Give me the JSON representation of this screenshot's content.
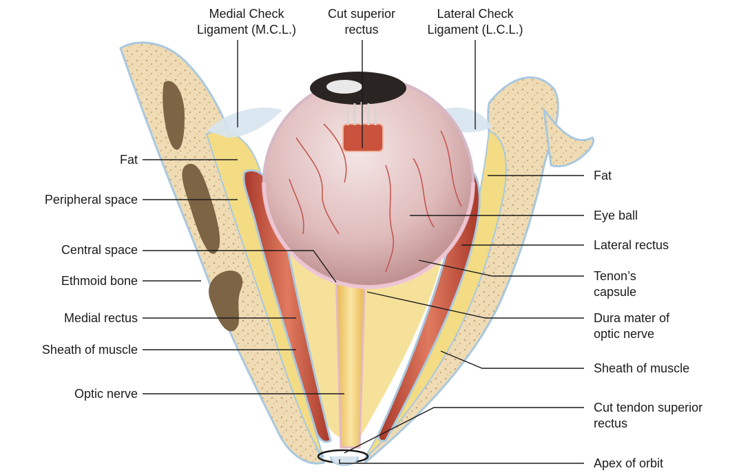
{
  "labels": {
    "mcl": "Medial Check\nLigament (M.C.L.)",
    "cut_superior_rectus": "Cut superior\nrectus",
    "lcl": "Lateral Check\nLigament (L.C.L.)",
    "fat_left": "Fat",
    "peripheral_space": "Peripheral space",
    "central_space": "Central space",
    "ethmoid_bone": "Ethmoid bone",
    "medial_rectus": "Medial rectus",
    "sheath_left": "Sheath of muscle",
    "optic_nerve": "Optic nerve",
    "fat_right": "Fat",
    "eye_ball": "Eye ball",
    "lateral_rectus": "Lateral rectus",
    "tenons_capsule": "Tenon’s\ncapsule",
    "dura_mater": "Dura mater of\noptic nerve",
    "sheath_right": "Sheath of muscle",
    "cut_tendon": "Cut tendon superior\nrectus",
    "apex": "Apex of orbit"
  },
  "colors": {
    "bone": "#efdcb4",
    "fat": "#f3dc84",
    "muscle": "#c9533d",
    "sheath": "#a9c8e0",
    "nerve": "#f3d27a",
    "globe": "#e8c9c9",
    "sinus": "#7c6445",
    "leader": "#1a1a1a"
  }
}
